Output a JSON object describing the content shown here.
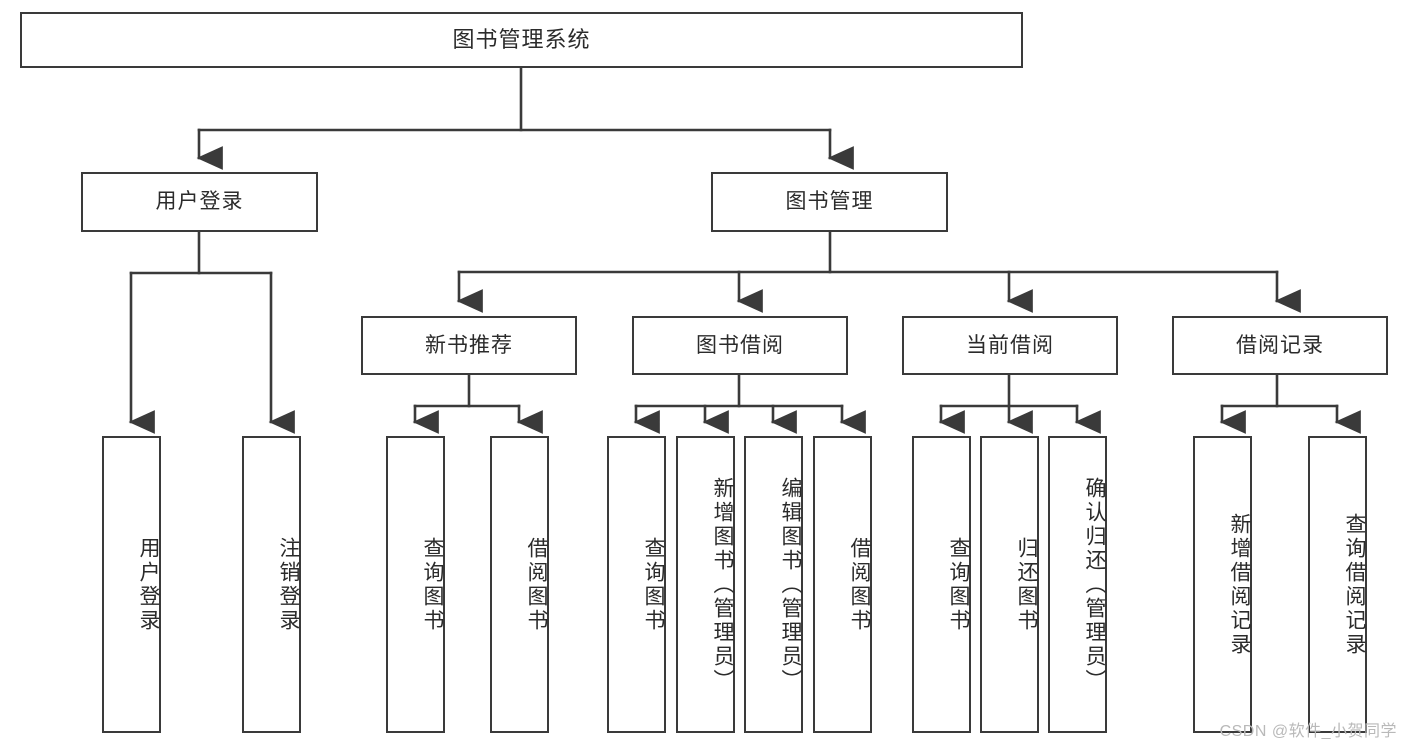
{
  "diagram": {
    "title": "图书管理系统",
    "root": {
      "label": "图书管理系统"
    },
    "level2": [
      {
        "label": "用户登录"
      },
      {
        "label": "图书管理"
      }
    ],
    "level3": [
      {
        "label": "新书推荐"
      },
      {
        "label": "图书借阅"
      },
      {
        "label": "当前借阅"
      },
      {
        "label": "借阅记录"
      }
    ],
    "leaves": {
      "user_login": [
        {
          "label": "用户登录"
        },
        {
          "label": "注销登录"
        }
      ],
      "new_book": [
        {
          "label": "查询图书"
        },
        {
          "label": "借阅图书"
        }
      ],
      "book_borrow": [
        {
          "label": "查询图书"
        },
        {
          "label": "新增图书（管理员）"
        },
        {
          "label": "编辑图书（管理员）"
        },
        {
          "label": "借阅图书"
        }
      ],
      "current_borrow": [
        {
          "label": "查询图书"
        },
        {
          "label": "归还图书"
        },
        {
          "label": "确认归还（管理员）"
        }
      ],
      "borrow_record": [
        {
          "label": "新增借阅记录"
        },
        {
          "label": "查询借阅记录"
        }
      ]
    }
  },
  "watermark": {
    "text": "CSDN @软件_小贺同学"
  },
  "colors": {
    "stroke": "#3a3a3a",
    "text": "#2b2b2b",
    "background": "#ffffff",
    "watermark": "#b9b9b9"
  }
}
